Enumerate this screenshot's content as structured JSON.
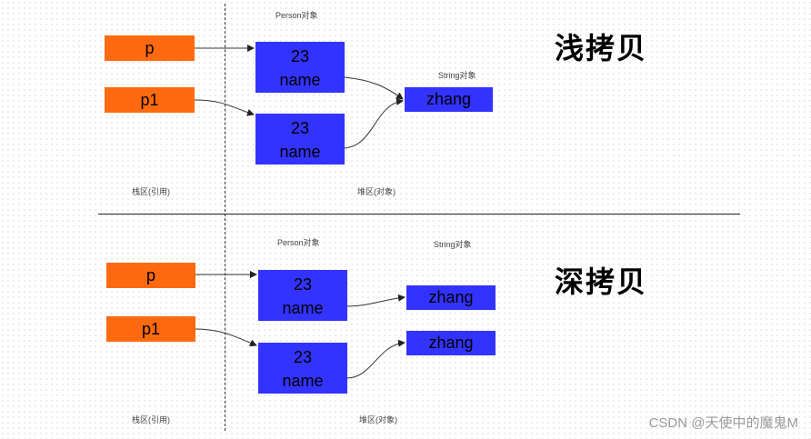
{
  "shallow": {
    "title": "浅拷贝",
    "person_label": "Person对象",
    "string_label": "String对象",
    "stack_label": "栈区(引用)",
    "heap_label": "堆区(对象)",
    "ref_p": "p",
    "ref_p1": "p1",
    "obj1": {
      "age": "23",
      "name": "name"
    },
    "obj2": {
      "age": "23",
      "name": "name"
    },
    "string_value": "zhang"
  },
  "deep": {
    "title": "深拷贝",
    "person_label": "Person对象",
    "string_label": "String对象",
    "stack_label": "栈区(引用)",
    "heap_label": "堆区(对象)",
    "ref_p": "p",
    "ref_p1": "p1",
    "obj1": {
      "age": "23",
      "name": "name"
    },
    "obj2": {
      "age": "23",
      "name": "name"
    },
    "string_value1": "zhang",
    "string_value2": "zhang"
  },
  "watermark": "CSDN @天使中的魔鬼M",
  "colors": {
    "reference": "#ff6a10",
    "object": "#3333ff",
    "arrow": "#333333"
  }
}
